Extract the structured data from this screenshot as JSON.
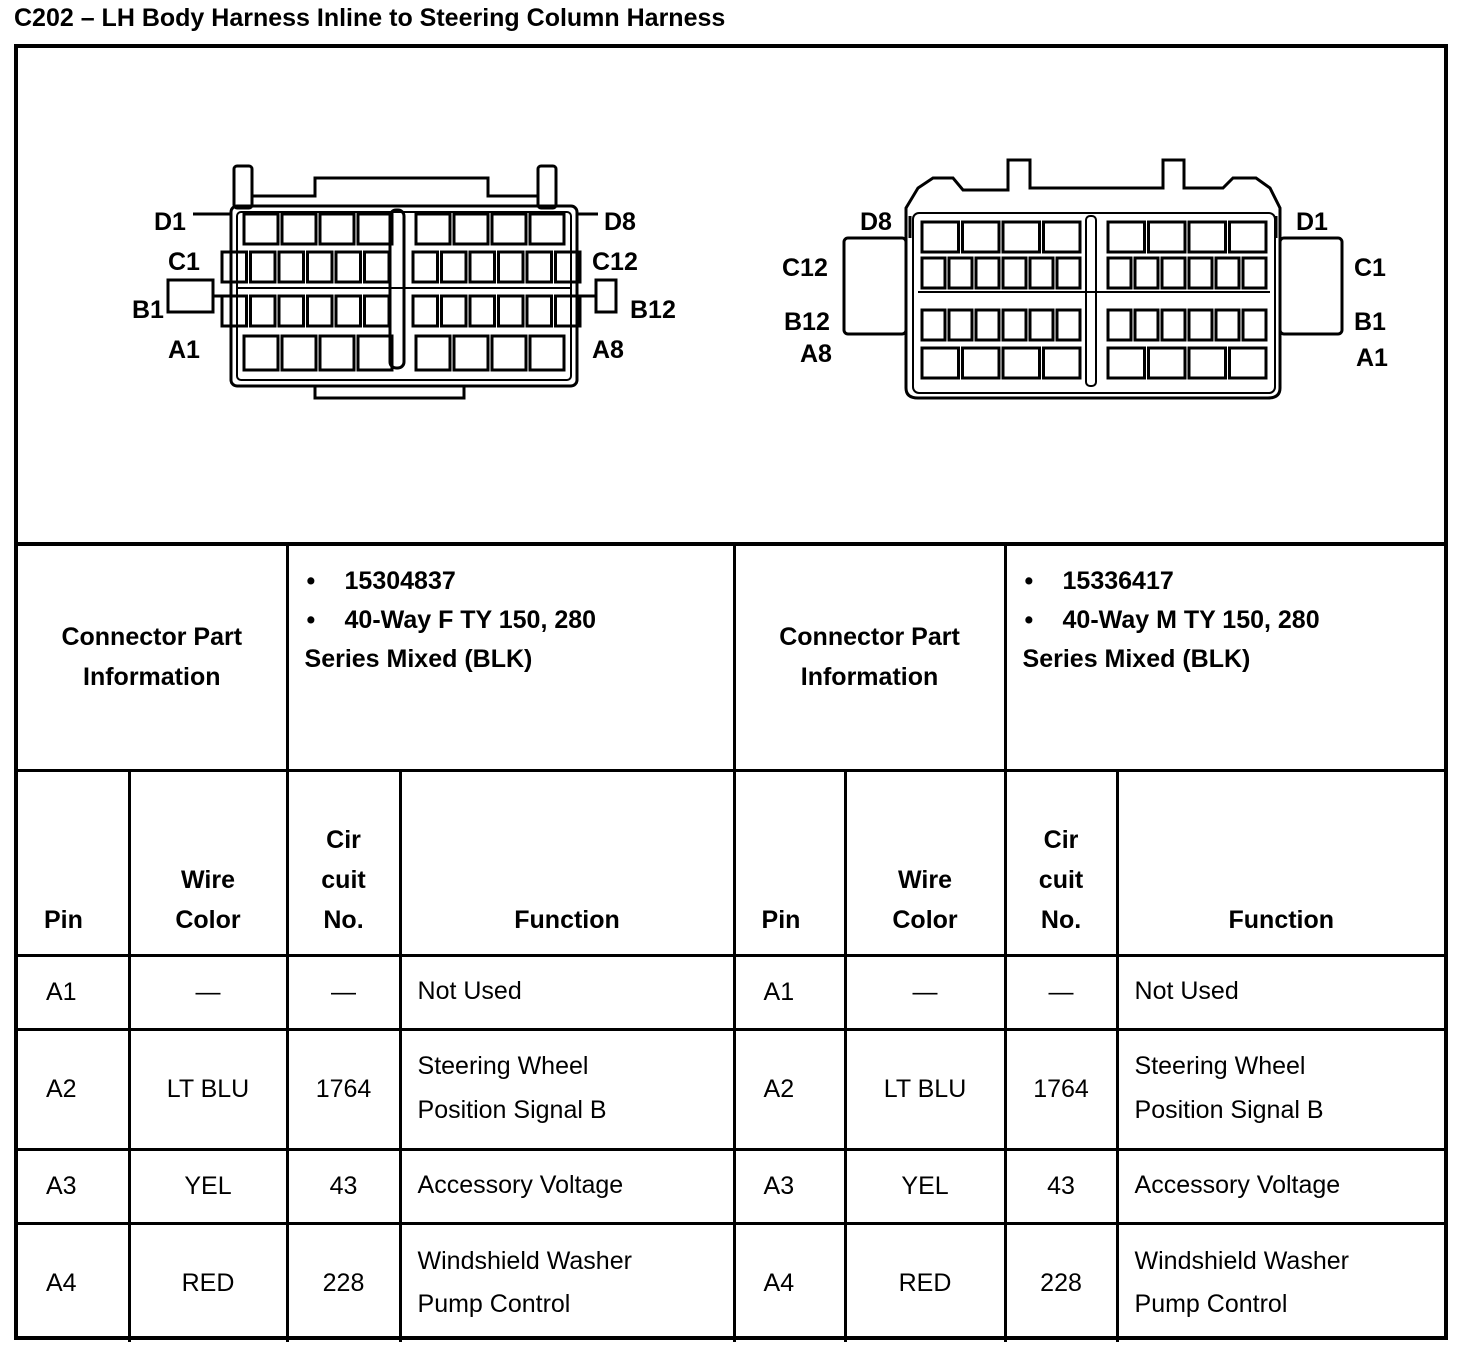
{
  "title": "C202 – LH Body Harness Inline to Steering Column Harness",
  "diagram": {
    "left_labels": {
      "d_end": "D8",
      "c_end": "C12",
      "b_end": "B12",
      "a_end": "A8",
      "d_start": "D1",
      "c_start": "C1",
      "b_start": "B1",
      "a_start": "A1"
    }
  },
  "connectors": [
    {
      "info_label": "Connector Part Information",
      "part_number": "15304837",
      "description_line1": "40-Way F TY 150, 280",
      "description_line2": "Series Mixed (BLK)"
    },
    {
      "info_label": "Connector Part Information",
      "part_number": "15336417",
      "description_line1": "40-Way M TY 150, 280",
      "description_line2": "Series Mixed (BLK)"
    }
  ],
  "headers": {
    "pin": "Pin",
    "wire_line1": "Wire",
    "wire_line2": "Color",
    "circuit_line1": "Cir",
    "circuit_line2": "cuit",
    "circuit_line3": "No.",
    "function": "Function"
  },
  "rows": [
    {
      "pin": "A1",
      "wire": "—",
      "circuit": "—",
      "function_line1": "Not Used",
      "function_line2": ""
    },
    {
      "pin": "A2",
      "wire": "LT BLU",
      "circuit": "1764",
      "function_line1": "Steering Wheel",
      "function_line2": "Position Signal B"
    },
    {
      "pin": "A3",
      "wire": "YEL",
      "circuit": "43",
      "function_line1": "Accessory Voltage",
      "function_line2": ""
    },
    {
      "pin": "A4",
      "wire": "RED",
      "circuit": "228",
      "function_line1": "Windshield Washer",
      "function_line2": "Pump Control"
    }
  ]
}
